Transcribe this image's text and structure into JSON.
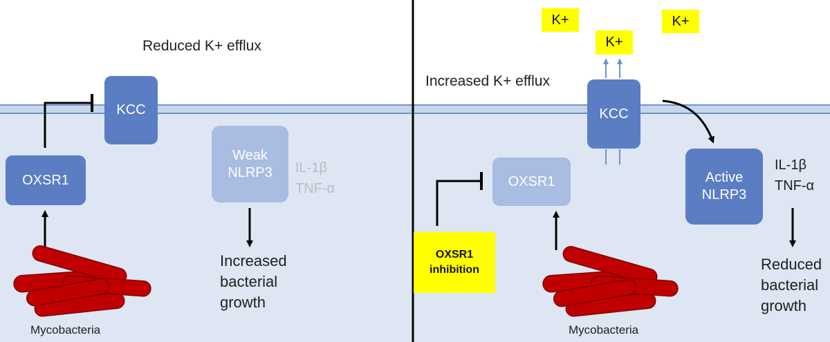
{
  "left_panel": {
    "efflux_label": "Reduced K+ efflux",
    "kcc_label": "KCC",
    "oxsr1_label": "OXSR1",
    "nlrp3_line1": "Weak",
    "nlrp3_line2": "NLRP3",
    "cytokine1": "IL-1β",
    "cytokine2": "TNF-α",
    "outcome_line1": "Increased",
    "outcome_line2": "bacterial",
    "outcome_line3": "growth",
    "mycobacteria_label": "Mycobacteria"
  },
  "right_panel": {
    "k_ions": [
      "K+",
      "K+",
      "K+"
    ],
    "efflux_label": "Increased K+ efflux",
    "kcc_label": "KCC",
    "oxsr1_label": "OXSR1",
    "inhibition_line1": "OXSR1",
    "inhibition_line2": "inhibition",
    "nlrp3_line1": "Active",
    "nlrp3_line2": "NLRP3",
    "cytokine1": "IL-1β",
    "cytokine2": "TNF-α",
    "outcome_line1": "Reduced",
    "outcome_line2": "bacterial",
    "outcome_line3": "growth",
    "mycobacteria_label": "Mycobacteria"
  },
  "colors": {
    "cytoplasm": "#dde6f2",
    "membrane": "#c5d6ec",
    "membrane_line": "#6f93c8",
    "box_dark": "#5b7dc4",
    "box_light": "#a9bce2",
    "bacteria": "#c00000",
    "highlight": "#ffff00",
    "divider": "#000000"
  }
}
